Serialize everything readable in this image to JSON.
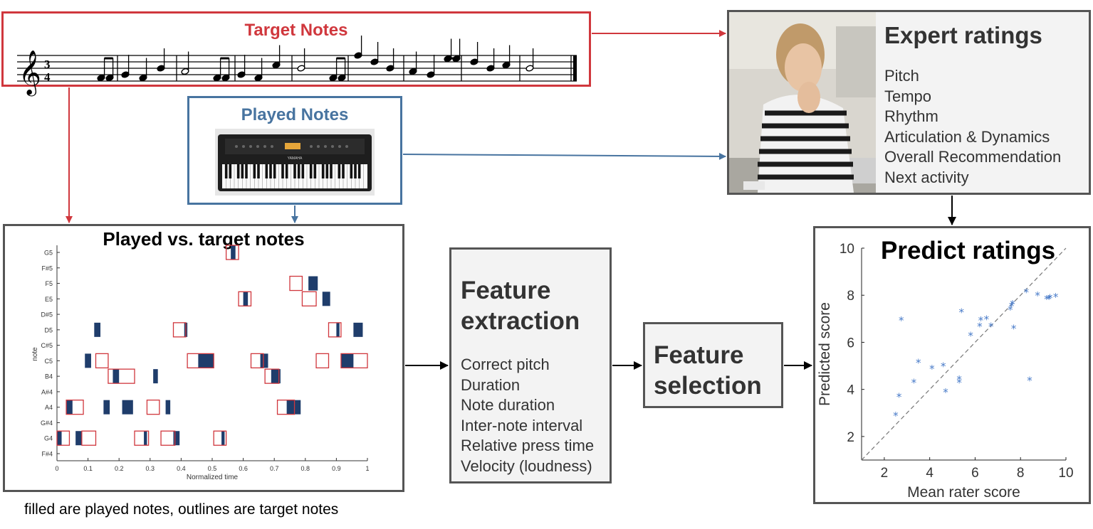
{
  "target": {
    "title": "Target Notes",
    "time_signature_top": "3",
    "time_signature_bottom": "4"
  },
  "played": {
    "title": "Played Notes",
    "keyboard_label": "YAMAHA"
  },
  "expert": {
    "title": "Expert ratings",
    "items": [
      "Pitch",
      "Tempo",
      "Rhythm",
      "Articulation & Dynamics",
      "Overall Recommendation",
      "Next activity"
    ]
  },
  "pvt": {
    "title": "Played vs. target notes",
    "caption": "filled are played notes, outlines are target notes"
  },
  "feature_extraction": {
    "title_line1": "Feature",
    "title_line2": "extraction",
    "items": [
      "Correct pitch",
      "Duration",
      "Note duration",
      "Inter-note interval",
      "Relative press time",
      "Velocity (loudness)"
    ]
  },
  "feature_selection": {
    "title_line1": "Feature",
    "title_line2": "selection"
  },
  "predict": {
    "title": "Predict ratings"
  },
  "colors": {
    "target": "#d0373d",
    "played": "#4874a0",
    "played_fill": "#1f3d6b",
    "scatter": "#4a7cc9"
  },
  "chart_data": [
    {
      "type": "scatter",
      "title": "",
      "xlabel": "Normalized time",
      "ylabel": "note",
      "xlim": [
        0,
        1
      ],
      "x_ticks": [
        "0",
        "0.1",
        "0.2",
        "0.3",
        "0.4",
        "0.5",
        "0.6",
        "0.7",
        "0.8",
        "0.9",
        "1"
      ],
      "categories": [
        "F#4",
        "G4",
        "G#4",
        "A4",
        "A#4",
        "B4",
        "C5",
        "C#5",
        "D5",
        "D#5",
        "E5",
        "F5",
        "F#5",
        "G5"
      ],
      "series": [
        {
          "name": "played",
          "notes": [
            {
              "note": "G4",
              "start": 0.0,
              "end": 0.015
            },
            {
              "note": "G4",
              "start": 0.06,
              "end": 0.08
            },
            {
              "note": "G4",
              "start": 0.28,
              "end": 0.29
            },
            {
              "note": "G4",
              "start": 0.375,
              "end": 0.395
            },
            {
              "note": "G4",
              "start": 0.53,
              "end": 0.54
            },
            {
              "note": "A4",
              "start": 0.03,
              "end": 0.05
            },
            {
              "note": "A4",
              "start": 0.15,
              "end": 0.17
            },
            {
              "note": "A4",
              "start": 0.21,
              "end": 0.245
            },
            {
              "note": "A4",
              "start": 0.35,
              "end": 0.365
            },
            {
              "note": "A4",
              "start": 0.74,
              "end": 0.785
            },
            {
              "note": "B4",
              "start": 0.18,
              "end": 0.2
            },
            {
              "note": "B4",
              "start": 0.31,
              "end": 0.325
            },
            {
              "note": "B4",
              "start": 0.69,
              "end": 0.72
            },
            {
              "note": "C5",
              "start": 0.09,
              "end": 0.11
            },
            {
              "note": "C5",
              "start": 0.455,
              "end": 0.505
            },
            {
              "note": "C5",
              "start": 0.655,
              "end": 0.68
            },
            {
              "note": "C5",
              "start": 0.915,
              "end": 0.955
            },
            {
              "note": "D5",
              "start": 0.12,
              "end": 0.14
            },
            {
              "note": "D5",
              "start": 0.41,
              "end": 0.42
            },
            {
              "note": "D5",
              "start": 0.9,
              "end": 0.91
            },
            {
              "note": "D5",
              "start": 0.955,
              "end": 0.985
            },
            {
              "note": "E5",
              "start": 0.6,
              "end": 0.615
            },
            {
              "note": "E5",
              "start": 0.855,
              "end": 0.88
            },
            {
              "note": "F5",
              "start": 0.81,
              "end": 0.84
            },
            {
              "note": "G5",
              "start": 0.56,
              "end": 0.575
            }
          ]
        },
        {
          "name": "target",
          "notes": [
            {
              "note": "G4",
              "start": 0.0,
              "end": 0.04
            },
            {
              "note": "G4",
              "start": 0.08,
              "end": 0.125
            },
            {
              "note": "G4",
              "start": 0.25,
              "end": 0.295
            },
            {
              "note": "G4",
              "start": 0.335,
              "end": 0.38
            },
            {
              "note": "G4",
              "start": 0.505,
              "end": 0.545
            },
            {
              "note": "A4",
              "start": 0.03,
              "end": 0.085
            },
            {
              "note": "A4",
              "start": 0.29,
              "end": 0.33
            },
            {
              "note": "A4",
              "start": 0.71,
              "end": 0.765
            },
            {
              "note": "B4",
              "start": 0.165,
              "end": 0.25
            },
            {
              "note": "B4",
              "start": 0.67,
              "end": 0.715
            },
            {
              "note": "C5",
              "start": 0.125,
              "end": 0.165
            },
            {
              "note": "C5",
              "start": 0.42,
              "end": 0.505
            },
            {
              "note": "C5",
              "start": 0.625,
              "end": 0.665
            },
            {
              "note": "C5",
              "start": 0.835,
              "end": 0.875
            },
            {
              "note": "C5",
              "start": 0.915,
              "end": 1.0
            },
            {
              "note": "D5",
              "start": 0.375,
              "end": 0.415
            },
            {
              "note": "D5",
              "start": 0.875,
              "end": 0.915
            },
            {
              "note": "E5",
              "start": 0.585,
              "end": 0.625
            },
            {
              "note": "E5",
              "start": 0.79,
              "end": 0.835
            },
            {
              "note": "F5",
              "start": 0.75,
              "end": 0.79
            },
            {
              "note": "G5",
              "start": 0.545,
              "end": 0.585
            }
          ]
        }
      ]
    },
    {
      "type": "scatter",
      "title": "Predict ratings",
      "xlabel": "Mean rater score",
      "ylabel": "Predicted score",
      "xlim": [
        1,
        10
      ],
      "ylim": [
        1,
        10
      ],
      "x_ticks": [
        "2",
        "4",
        "6",
        "8",
        "10"
      ],
      "y_ticks": [
        "2",
        "4",
        "6",
        "8",
        "10"
      ],
      "diagonal": true,
      "points": [
        [
          2.5,
          2.9
        ],
        [
          2.65,
          3.7
        ],
        [
          2.75,
          6.95
        ],
        [
          3.3,
          4.3
        ],
        [
          3.5,
          5.15
        ],
        [
          4.1,
          4.9
        ],
        [
          4.6,
          5.0
        ],
        [
          4.7,
          3.9
        ],
        [
          5.3,
          4.3
        ],
        [
          5.3,
          4.45
        ],
        [
          5.4,
          7.3
        ],
        [
          5.8,
          6.3
        ],
        [
          6.2,
          6.7
        ],
        [
          6.25,
          6.95
        ],
        [
          6.5,
          7.0
        ],
        [
          6.7,
          6.7
        ],
        [
          7.55,
          7.4
        ],
        [
          7.6,
          7.55
        ],
        [
          7.65,
          7.65
        ],
        [
          7.7,
          6.6
        ],
        [
          8.25,
          8.15
        ],
        [
          8.4,
          4.4
        ],
        [
          8.75,
          8.0
        ],
        [
          9.15,
          7.85
        ],
        [
          9.25,
          7.85
        ],
        [
          9.3,
          7.9
        ],
        [
          9.55,
          7.95
        ]
      ]
    }
  ]
}
